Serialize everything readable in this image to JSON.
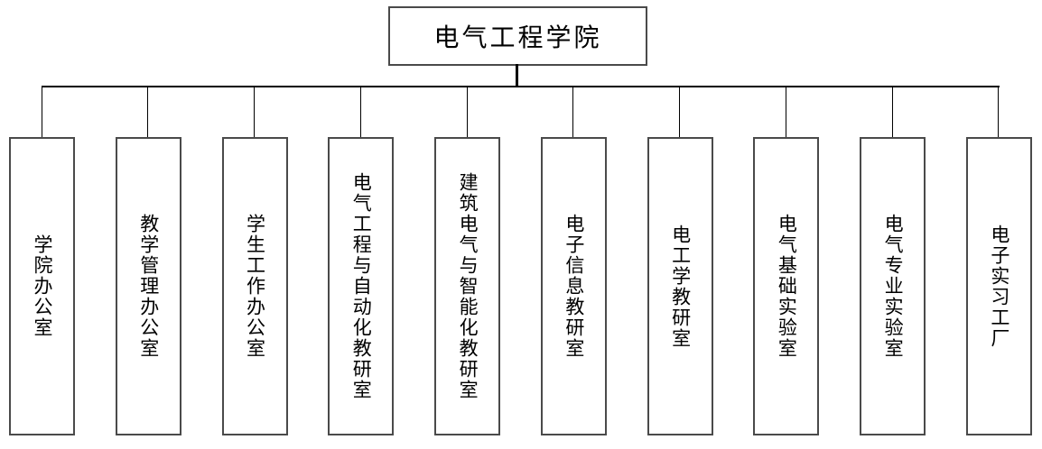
{
  "title": {
    "label": "电气工程学院"
  },
  "departments": [
    {
      "label": "学院办公室"
    },
    {
      "label": "教学管理办公室"
    },
    {
      "label": "学生工作办公室"
    },
    {
      "label": "电气工程与自动化教研室"
    },
    {
      "label": "建筑电气与智能化教研室"
    },
    {
      "label": "电子信息教研室"
    },
    {
      "label": "电工学教研室"
    },
    {
      "label": "电气基础实验室"
    },
    {
      "label": "电气专业实验室"
    },
    {
      "label": "电子实习工厂"
    }
  ],
  "colors": {
    "box_border": "#4a4a4a",
    "connector": "#000000",
    "background": "#ffffff",
    "text": "#000000"
  }
}
